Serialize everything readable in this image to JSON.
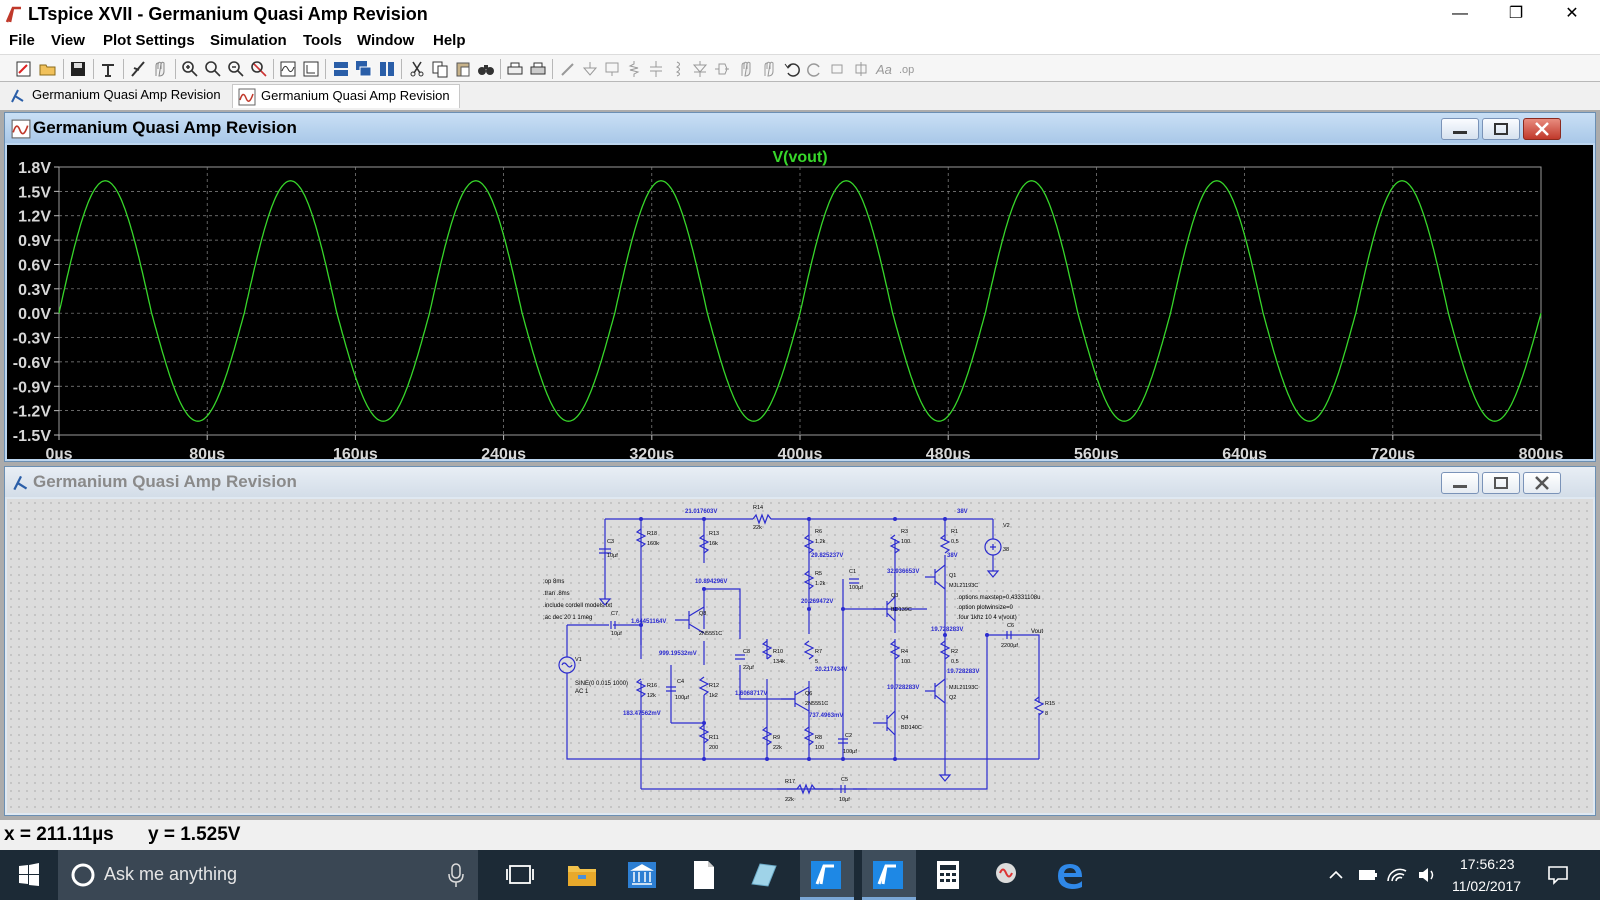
{
  "window": {
    "title": "LTspice XVII - Germanium Quasi Amp Revision",
    "minimize_glyph": "—",
    "maximize_glyph": "❐",
    "close_glyph": "✕"
  },
  "menu": [
    "File",
    "View",
    "Plot Settings",
    "Simulation",
    "Tools",
    "Window",
    "Help"
  ],
  "toolbar_icons": [
    "new-schematic-icon",
    "open-icon",
    "save-icon",
    "control-panel-icon",
    "run-icon",
    "halt-icon",
    "zoom-in-icon",
    "zoom-icon",
    "zoom-out-icon",
    "zoom-cancel-icon",
    "autorange-icon",
    "mark-icon",
    "tile-horizontal-icon",
    "cascade-icon",
    "tile-vertical-icon",
    "cut-icon",
    "copy-icon",
    "paste-icon",
    "find-icon",
    "print-preview-icon",
    "print-icon",
    "wire-icon",
    "ground-icon",
    "label-icon",
    "resistor-icon",
    "capacitor-icon",
    "inductor-icon",
    "diode-icon",
    "component-icon",
    "move-icon",
    "drag-icon",
    "undo-icon",
    "redo-icon",
    "rotate-icon",
    "mirror-icon",
    "text-icon",
    "spice-directive-icon"
  ],
  "tabs": [
    {
      "label": "Germanium Quasi Amp Revision",
      "icon": "schematic-icon",
      "active": false
    },
    {
      "label": "Germanium Quasi Amp Revision",
      "icon": "waveform-icon",
      "active": true
    }
  ],
  "plot_window": {
    "title": "Germanium Quasi Amp Revision",
    "trace_label": "V(vout)",
    "trace_color": "#37d62a"
  },
  "schematic_window": {
    "title": "Germanium Quasi Amp Revision",
    "directives": [
      ";op 8ms",
      ".tran .8ms",
      ".include cordell models.txt",
      ";ac dec 20 1 1meg"
    ],
    "options": [
      ".options maxstep=0.43331108u",
      ".option plotwinsize=0",
      ".four 1khz 10 4 v(vout)"
    ],
    "source_label": "SINE(0 0.015 1000)",
    "source_ac": "AC 1",
    "node_voltages": [
      "21.017603V",
      "38V",
      "29.825237V",
      "20.269472V",
      "19.728283V",
      "10.894296V",
      "1.64451164V",
      "999.19532mV",
      "183.47562mV",
      "1.6068717V",
      "20.217434V",
      "737.4963mV",
      "19.728283V",
      "19.728283V",
      "38V",
      "32.936653V"
    ],
    "components": [
      {
        "ref": "R14",
        "val": "22k"
      },
      {
        "ref": "R18",
        "val": "160k"
      },
      {
        "ref": "R13",
        "val": "16k"
      },
      {
        "ref": "R6",
        "val": "1.2k"
      },
      {
        "ref": "R5",
        "val": "1.2k"
      },
      {
        "ref": "R3",
        "val": "100."
      },
      {
        "ref": "R1",
        "val": "0.5"
      },
      {
        "ref": "V2",
        "val": "38"
      },
      {
        "ref": "C3",
        "val": "10µf"
      },
      {
        "ref": "C1",
        "val": "100µf"
      },
      {
        "ref": "Q3",
        "val": "BD139C"
      },
      {
        "ref": "Q1",
        "val": "MJL21193C"
      },
      {
        "ref": "C7",
        "val": "10µf"
      },
      {
        "ref": "Q8",
        "val": "2N5551C"
      },
      {
        "ref": "C8",
        "val": "22µf"
      },
      {
        "ref": "R10",
        "val": "134k"
      },
      {
        "ref": "R7",
        "val": "5"
      },
      {
        "ref": "R4",
        "val": "100."
      },
      {
        "ref": "R2",
        "val": "0.5"
      },
      {
        "ref": "C6",
        "val": "2200µf"
      },
      {
        "ref": "V1",
        "val": ""
      },
      {
        "ref": "R16",
        "val": "12k"
      },
      {
        "ref": "C4",
        "val": "100µf"
      },
      {
        "ref": "R12",
        "val": "1k2"
      },
      {
        "ref": "Q6",
        "val": "2N5551C"
      },
      {
        "ref": "Q2",
        "val": "MJL21193C"
      },
      {
        "ref": "Q4",
        "val": "BD140C"
      },
      {
        "ref": "R15",
        "val": "8"
      },
      {
        "ref": "R11",
        "val": "200"
      },
      {
        "ref": "R9",
        "val": "22k"
      },
      {
        "ref": "R8",
        "val": "100"
      },
      {
        "ref": "C2",
        "val": "100µf"
      },
      {
        "ref": "R17",
        "val": "22k"
      },
      {
        "ref": "C5",
        "val": "10µf"
      }
    ],
    "net_label_vout": "Vout"
  },
  "status": {
    "x": "x = 211.11µs",
    "y": "y = 1.525V"
  },
  "taskbar": {
    "search_placeholder": "Ask me anything",
    "time": "17:56:23",
    "date": "11/02/2017"
  },
  "chart_data": {
    "type": "line",
    "title": "V(vout)",
    "xlabel": "",
    "ylabel": "",
    "x_unit": "µs",
    "xlim": [
      0,
      800
    ],
    "ylim": [
      -1.5,
      1.8
    ],
    "x_ticks": [
      "0µs",
      "80µs",
      "160µs",
      "240µs",
      "320µs",
      "400µs",
      "480µs",
      "560µs",
      "640µs",
      "720µs",
      "800µs"
    ],
    "y_ticks": [
      "1.8V",
      "1.5V",
      "1.2V",
      "0.9V",
      "0.6V",
      "0.3V",
      "0.0V",
      "-0.3V",
      "-0.6V",
      "-0.9V",
      "-1.2V",
      "-1.5V"
    ],
    "grid": true,
    "series": [
      {
        "name": "V(vout)",
        "frequency_hz": 10000,
        "amplitude_pos": 1.63,
        "amplitude_neg": -1.33,
        "x": [
          0,
          25,
          50,
          75,
          100,
          125,
          150,
          175,
          200,
          225,
          250,
          275,
          300,
          325,
          350,
          375,
          400,
          425,
          450,
          475,
          500,
          525,
          550,
          575,
          600,
          625,
          650,
          675,
          700,
          725,
          750,
          775,
          800
        ],
        "y": [
          0,
          1.63,
          0,
          -1.33,
          0,
          1.63,
          0,
          -1.33,
          0,
          1.63,
          0,
          -1.33,
          0,
          1.63,
          0,
          -1.33,
          0,
          1.63,
          0,
          -1.33,
          0,
          1.63,
          0,
          -1.33,
          0,
          1.63,
          0,
          -1.33,
          0,
          1.63,
          0,
          -1.33,
          0
        ]
      }
    ]
  }
}
